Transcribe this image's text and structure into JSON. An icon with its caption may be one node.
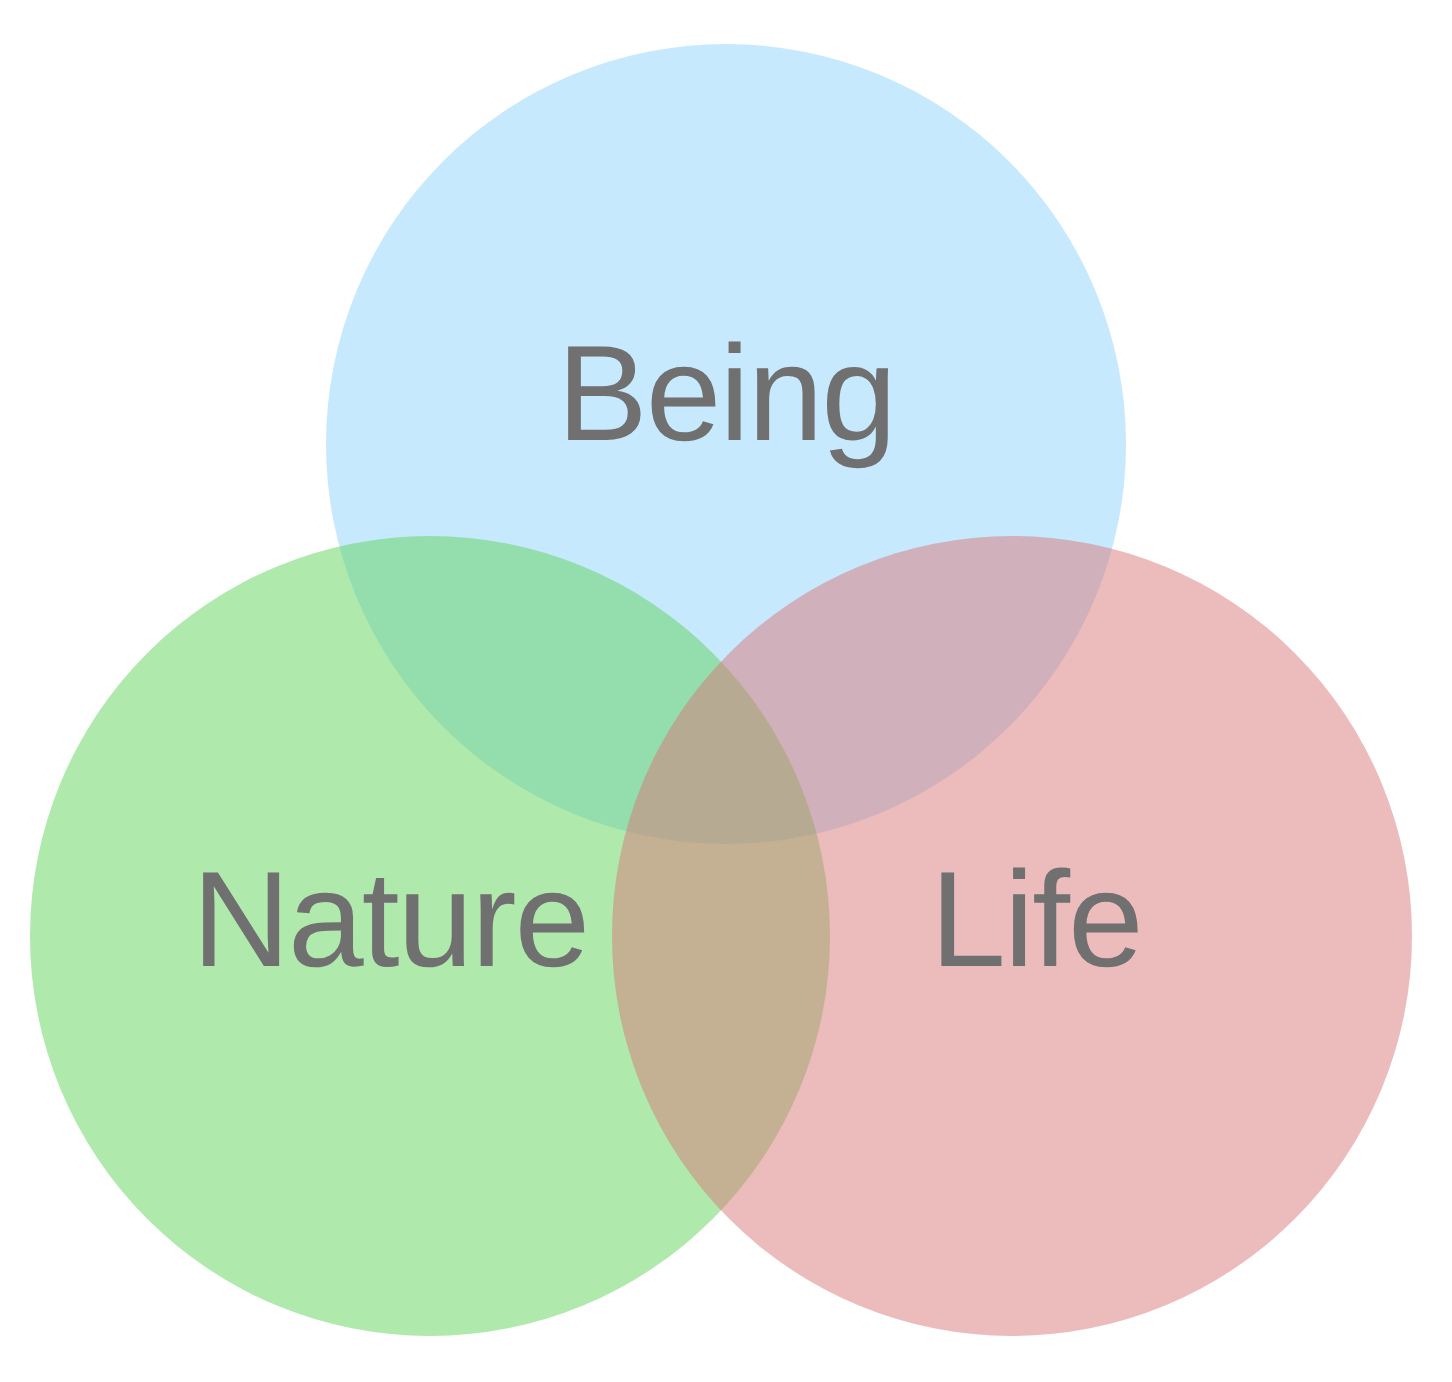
{
  "diagram": {
    "nodes": [
      {
        "text": [
          "Being"
        ]
      },
      {
        "text": [
          "Nature"
        ]
      },
      {
        "text": [
          "Life"
        ]
      }
    ]
  }
}
